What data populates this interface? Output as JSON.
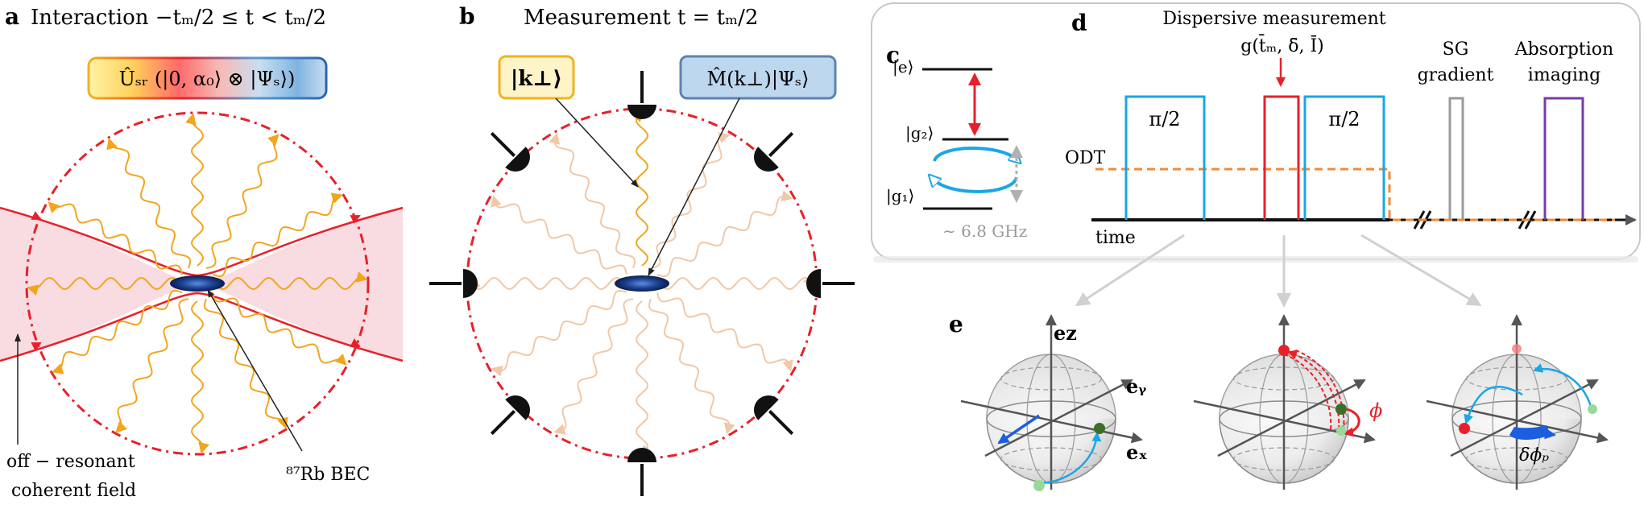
{
  "panels": {
    "a": {
      "letter": "a",
      "title": "Interaction  −tₘ/2 ≤ t < tₘ/2",
      "box_label": "Ûₛᵣ (|0, α₀⟩ ⊗ |Ψₛ⟩)",
      "field_label_1": "off − resonant",
      "field_label_2": "coherent field",
      "bec_label": "⁸⁷Rb BEC"
    },
    "b": {
      "letter": "b",
      "title": "Measurement  t = tₘ/2",
      "k_label": "|k⊥⟩",
      "m_label": "M̂(k⊥)|Ψₛ⟩"
    },
    "c": {
      "letter": "c",
      "level_e": "|e⟩",
      "level_g2": "|g₂⟩",
      "level_g1": "|g₁⟩",
      "freq": "∼ 6.8 GHz"
    },
    "d": {
      "letter": "d",
      "meas_title": "Dispersive measurement",
      "meas_func": "g(t̄ₘ, δ̄, Ī)",
      "pulse_label_1": "π/2",
      "pulse_label_2": "π/2",
      "odt_label": "ODT",
      "time_label": "time",
      "sg_1": "SG",
      "sg_2": "gradient",
      "abs_1": "Absorption",
      "abs_2": "imaging"
    },
    "e": {
      "letter": "e",
      "ez": "eᴢ",
      "ey": "eᵧ",
      "ex": "eₓ",
      "phi": "ϕ",
      "dphi": "δϕₚ"
    }
  },
  "colors": {
    "red": "#e8202a",
    "orange": "#f2a51e",
    "wave_light": "#f0c8a8",
    "cyan": "#1aa6e8",
    "odt": "#f08a3a",
    "purple": "#7a3aa8",
    "gray": "#9a9a9a",
    "dark_green": "#3c6e2a",
    "light_green": "#9ad89a",
    "blue_arrow": "#1b5ee0",
    "box_b": "#bdd7ee",
    "box_b_border": "#5a84b0",
    "box_k": "#fff3c8",
    "box_k_border": "#f2b21e"
  }
}
